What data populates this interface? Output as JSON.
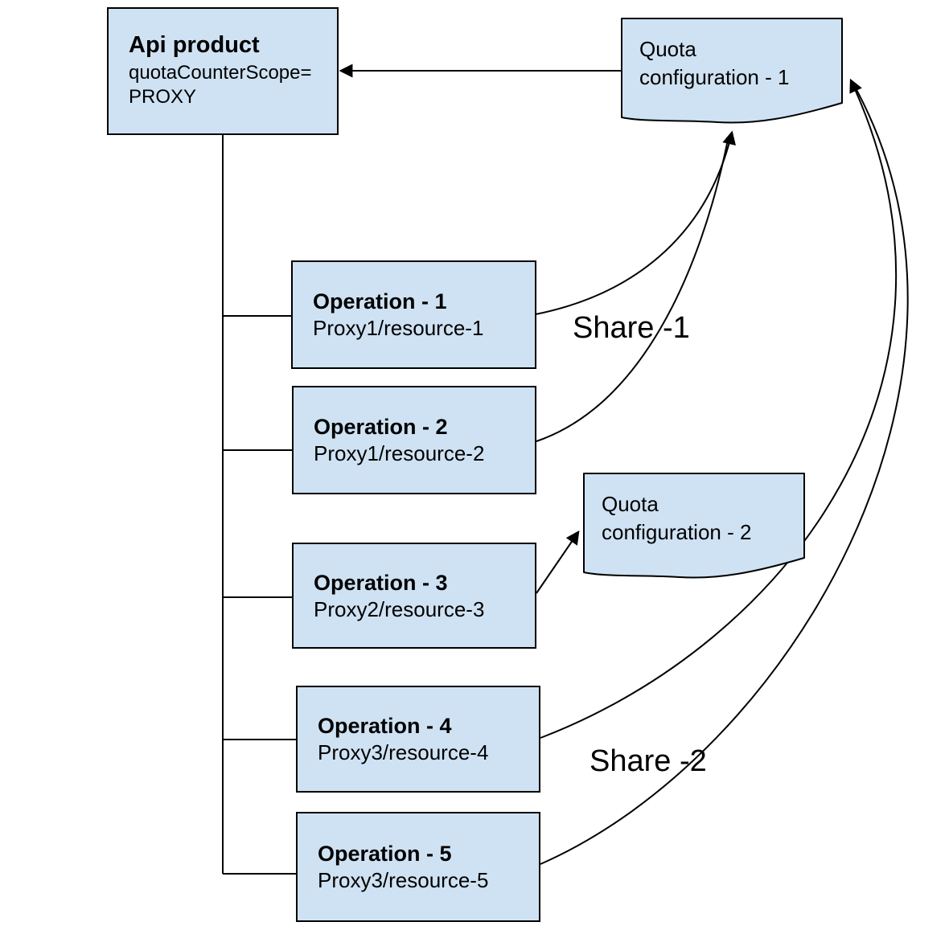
{
  "diagram": {
    "api_product": {
      "title": "Api product",
      "attr_line1": "quotaCounterScope=",
      "attr_line2": "PROXY"
    },
    "quota_configs": [
      {
        "line1": "Quota",
        "line2": "configuration - 1"
      },
      {
        "line1": "Quota",
        "line2": "configuration - 2"
      }
    ],
    "operations": [
      {
        "title": "Operation - 1",
        "subtitle": "Proxy1/resource-1"
      },
      {
        "title": "Operation - 2",
        "subtitle": "Proxy1/resource-2"
      },
      {
        "title": "Operation - 3",
        "subtitle": "Proxy2/resource-3"
      },
      {
        "title": "Operation - 4",
        "subtitle": "Proxy3/resource-4"
      },
      {
        "title": "Operation - 5",
        "subtitle": "Proxy3/resource-5"
      }
    ],
    "labels": {
      "share1": "Share -1",
      "share2": "Share -2"
    },
    "colors": {
      "box_fill": "#cfe2f3",
      "box_border": "#000000",
      "connector": "#000000",
      "background": "#ffffff"
    }
  }
}
